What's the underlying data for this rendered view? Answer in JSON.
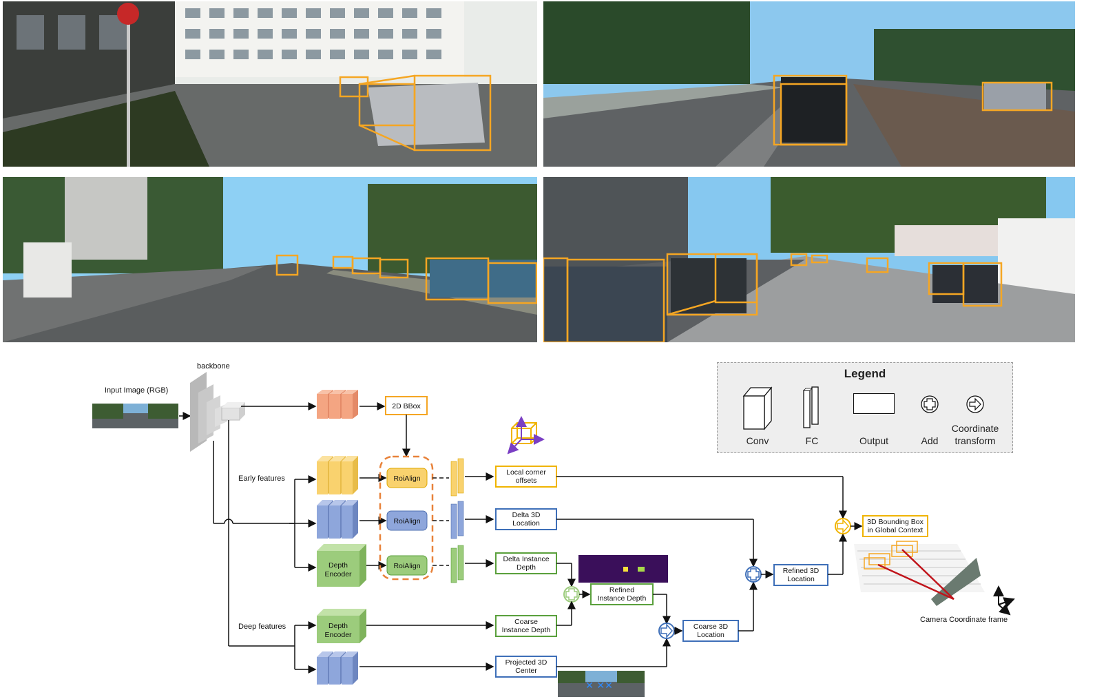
{
  "photos": [
    {
      "name": "scene-building-street"
    },
    {
      "name": "scene-tram-road"
    },
    {
      "name": "scene-tree-lined-road"
    },
    {
      "name": "scene-suburban-road"
    }
  ],
  "diagram": {
    "backbone_label": "backbone",
    "input_label": "Input Image (RGB)",
    "early_features_label": "Early features",
    "deep_features_label": "Deep features",
    "bbox2d_label": "2D BBox",
    "roialign_label": "RoiAlign",
    "depth_encoder_label": [
      "Depth",
      "Encoder"
    ],
    "outputs": {
      "local_corner": [
        "Local corner",
        "offsets"
      ],
      "delta_3d_location": [
        "Delta 3D",
        "Location"
      ],
      "delta_instance_depth": [
        "Delta Instance",
        "Depth"
      ],
      "refined_instance_depth": [
        "Refined",
        "Instance Depth"
      ],
      "coarse_instance_depth": [
        "Coarse",
        "Instance Depth"
      ],
      "projected_3d_center": [
        "Projected 3D",
        "Center"
      ],
      "coarse_3d_location": [
        "Coarse 3D",
        "Location"
      ],
      "refined_3d_location": [
        "Refined 3D",
        "Location"
      ],
      "bbox3d_global": [
        "3D Bounding Box",
        "in Global Context"
      ]
    },
    "camera_frame_label": "Camera Coordinate frame"
  },
  "legend": {
    "title": "Legend",
    "items": [
      {
        "label": "Conv",
        "icon": "conv-cube-icon"
      },
      {
        "label": "FC",
        "icon": "fc-plates-icon"
      },
      {
        "label": "Output",
        "icon": "output-rect-icon"
      },
      {
        "label": "Add",
        "icon": "add-circle-icon"
      },
      {
        "label": "Coordinate transform",
        "icon": "transform-arrow-icon"
      }
    ]
  },
  "colors": {
    "orange_box": "#f5a623",
    "salmon": "#f4a582",
    "yellow": "#f9d26e",
    "blue": "#8ea6db",
    "green": "#9ccc7c",
    "blue_border": "#3e6fb8",
    "green_border": "#5aa03c",
    "yellow_border": "#f0b400",
    "red_line": "#c0141b",
    "purple": "#7a3fc4"
  }
}
